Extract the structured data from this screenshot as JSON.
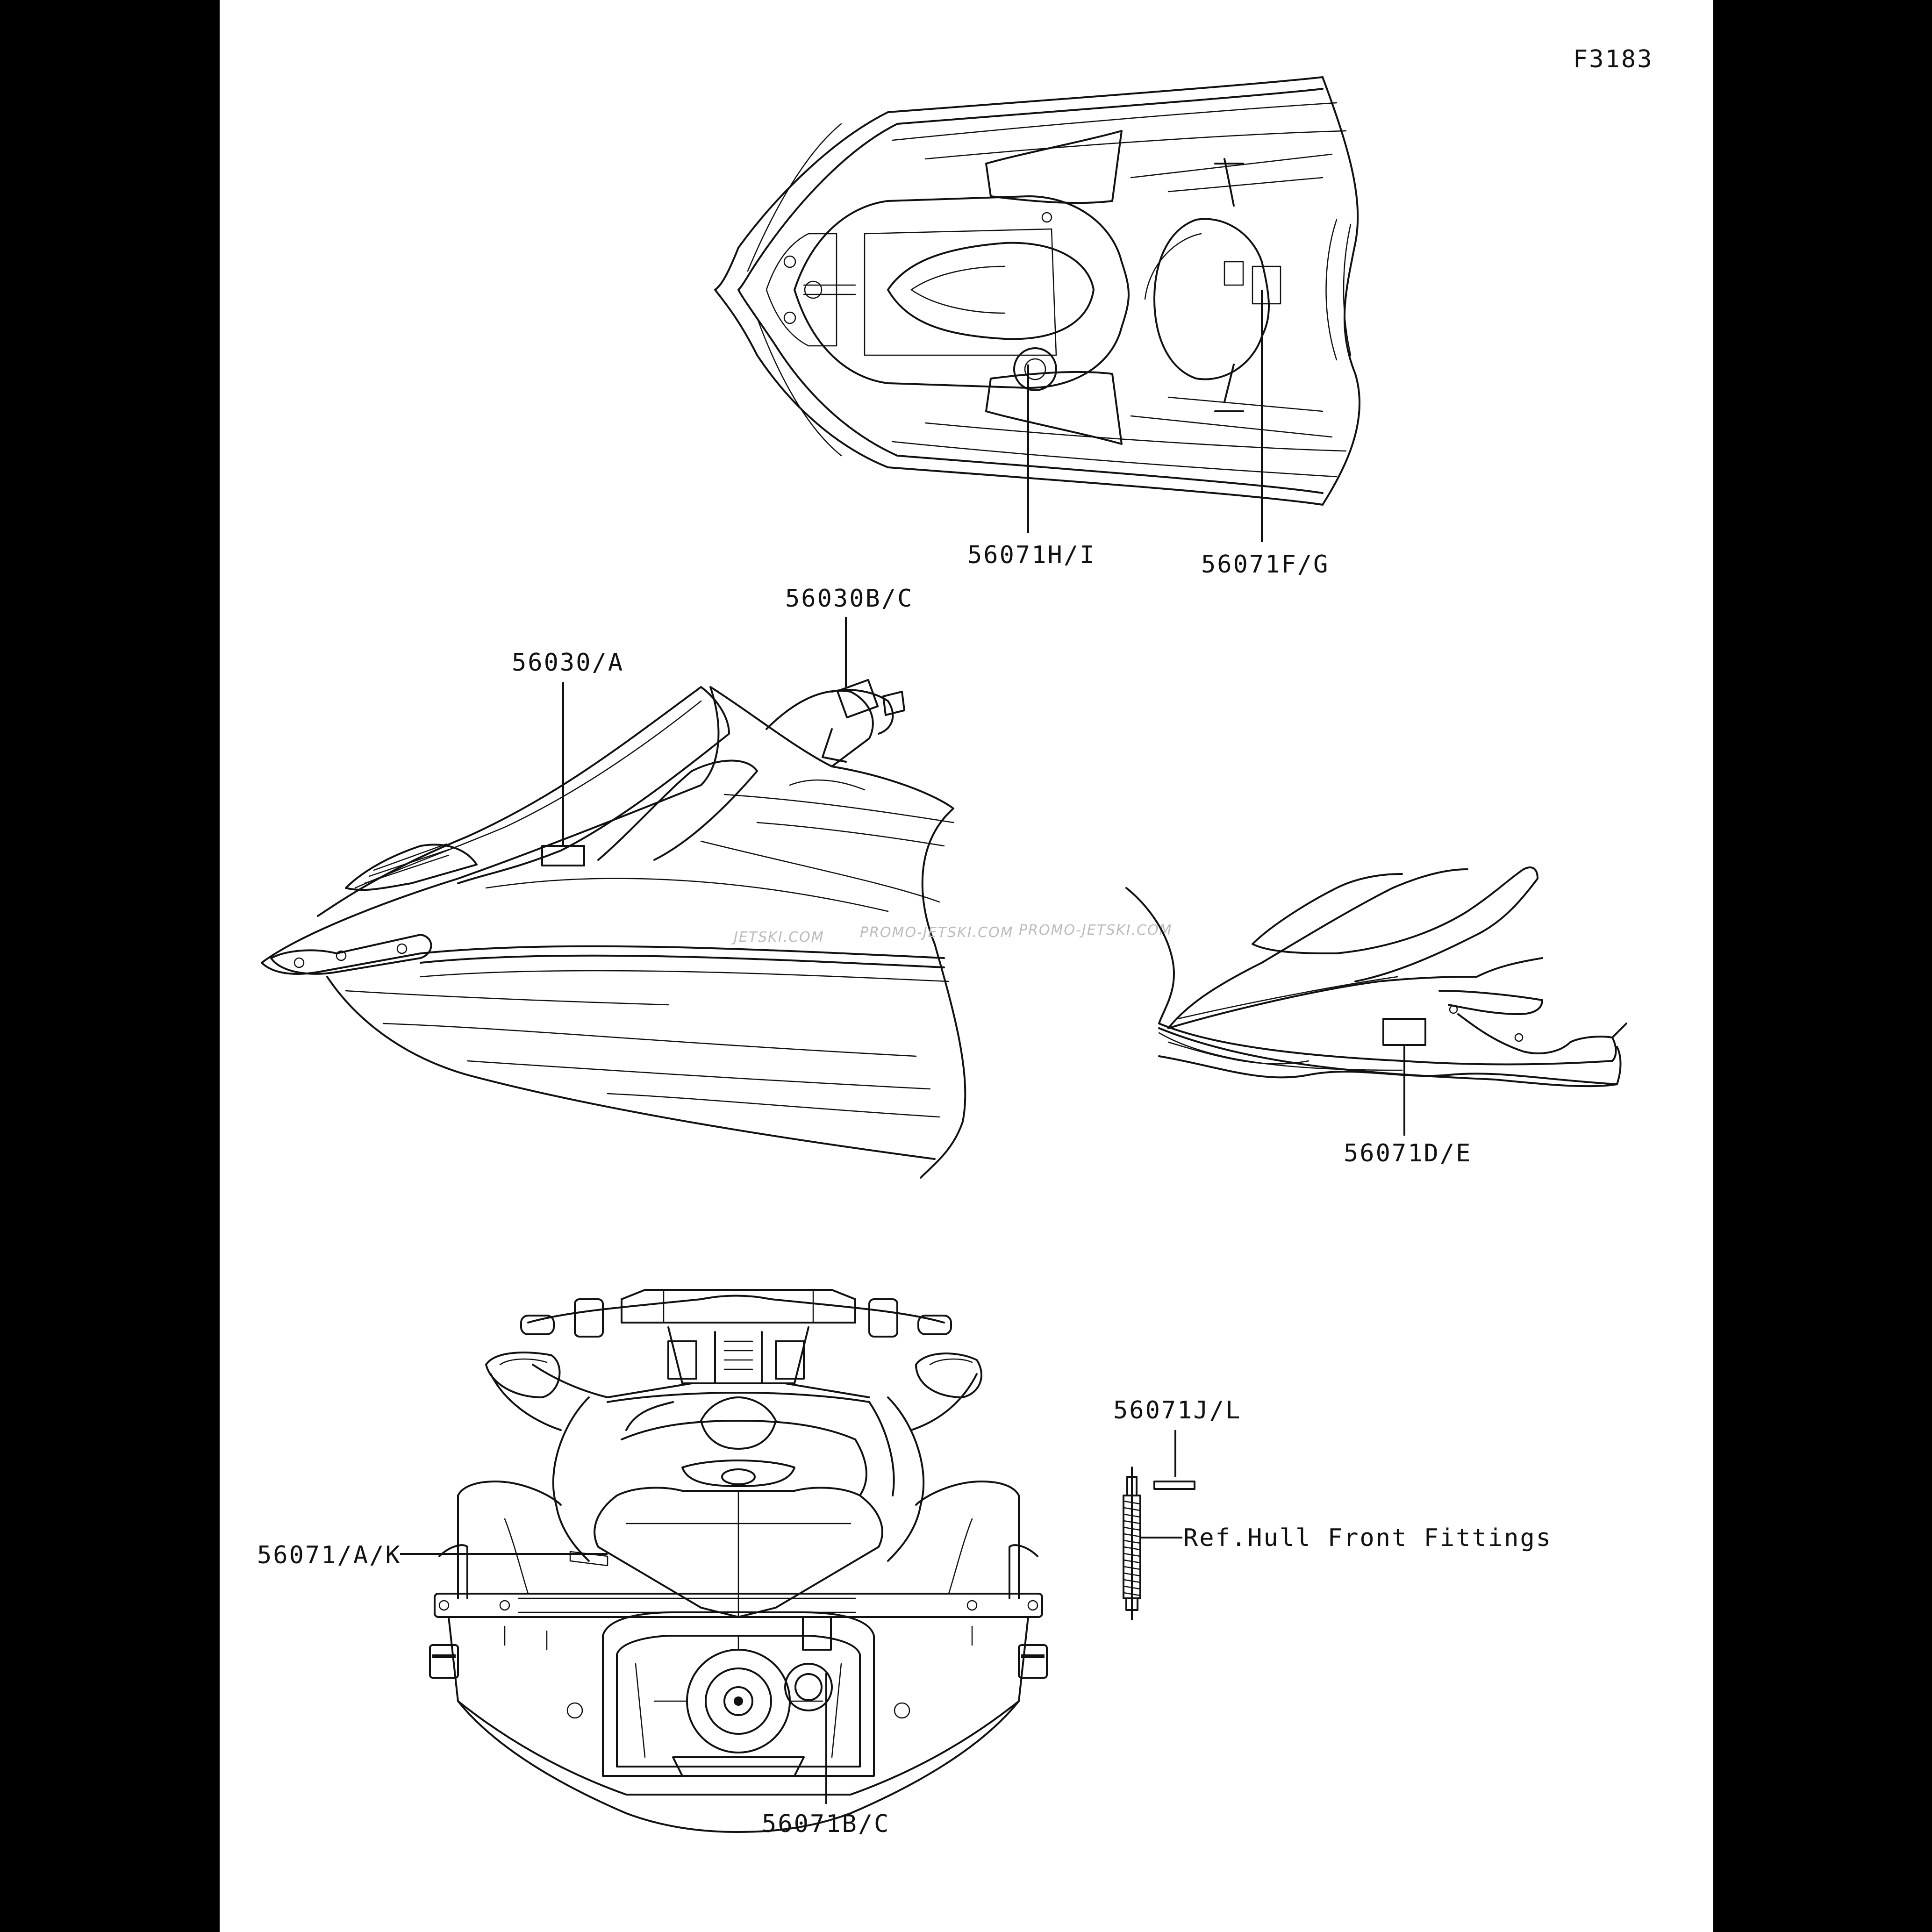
{
  "figure_code": "F3183",
  "callouts": {
    "c_56071HI": "56071H/I",
    "c_56071FG": "56071F/G",
    "c_56030BC": "56030B/C",
    "c_56030A": "56030/A",
    "c_56071DE": "56071D/E",
    "c_56071JL": "56071J/L",
    "c_56071AK": "56071/A/K",
    "c_56071BC": "56071B/C",
    "c_ref": "Ref.Hull Front Fittings"
  },
  "watermark": {
    "w1": "JETSKI.COM",
    "w2": "PROMO-JETSKI.COM",
    "w3": "PROMO-JETSKI.COM"
  },
  "colors": {
    "background": "#000000",
    "sheet": "#ffffff",
    "ink": "#111111"
  }
}
